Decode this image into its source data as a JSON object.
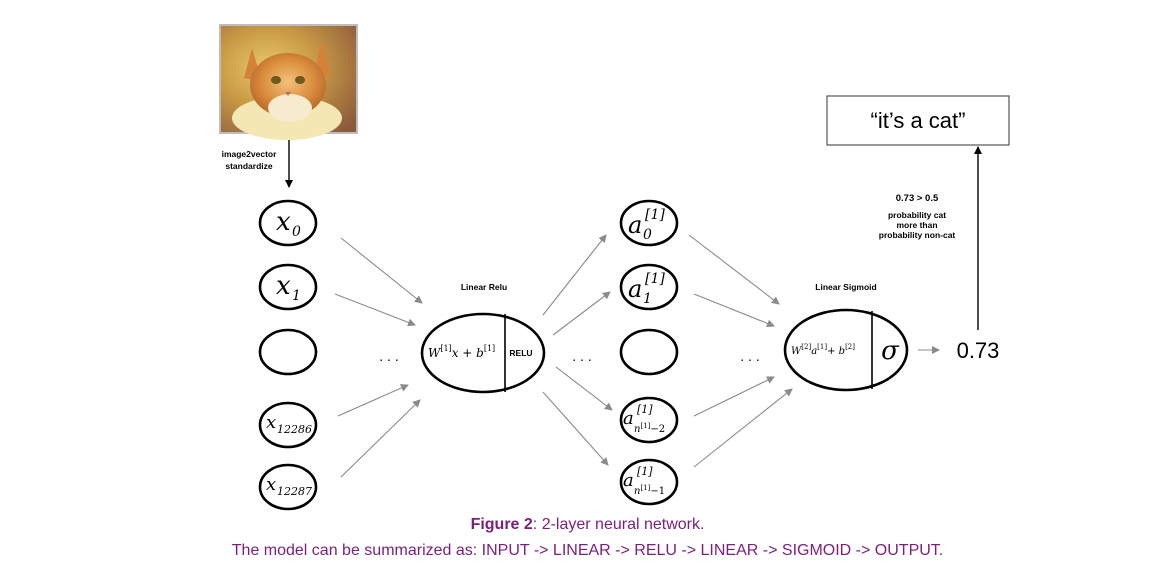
{
  "preprocess": {
    "line1": "image2vector",
    "line2": "standardize"
  },
  "inputs": {
    "x0": {
      "base": "x",
      "sub": "0"
    },
    "x1": {
      "base": "x",
      "sub": "1"
    },
    "x12286": {
      "base": "x",
      "sub": "12286"
    },
    "x12287": {
      "base": "x",
      "sub": "12287"
    },
    "ellipsis": ". . ."
  },
  "layer1": {
    "title": "Linear Relu",
    "formula": {
      "w": "W",
      "w_sup": "[1]",
      "rest": "x + b",
      "b_sup": "[1]"
    },
    "activation": "RELU"
  },
  "hidden": {
    "a0": {
      "base": "a",
      "sup": "[1]",
      "sub": "0"
    },
    "a1": {
      "base": "a",
      "sup": "[1]",
      "sub": "1"
    },
    "an2": {
      "base": "a",
      "sup": "[1]",
      "sub_n": "n",
      "sub_n_sup": "[1]",
      "sub_tail": "−2"
    },
    "an1": {
      "base": "a",
      "sup": "[1]",
      "sub_n": "n",
      "sub_n_sup": "[1]",
      "sub_tail": "−1"
    },
    "ellipsis_left": ". . .",
    "ellipsis_right": ". . ."
  },
  "layer2": {
    "title": "Linear Sigmoid",
    "formula": {
      "w": "W",
      "w_sup": "[2]",
      "a": "a",
      "a_sup": "[1]",
      "plus_b": "+ b",
      "b_sup": "[2]"
    },
    "activation": "σ"
  },
  "output": {
    "value": "0.73",
    "result_label": "“it’s a cat”",
    "comparison": "0.73 > 0.5",
    "note_line1": "probability cat",
    "note_line2": "more than",
    "note_line3": "probability non-cat"
  },
  "caption": {
    "figure_label": "Figure 2",
    "figure_text": ": 2-layer neural network.",
    "summary": "The model can be summarized as: INPUT -> LINEAR -> RELU -> LINEAR -> SIGMOID -> OUTPUT."
  },
  "colors": {
    "caption": "#7a1f7a",
    "arrow": "#8a8a8a",
    "stroke": "#000000"
  },
  "image": {
    "subject": "orange-and-white cat photo"
  }
}
